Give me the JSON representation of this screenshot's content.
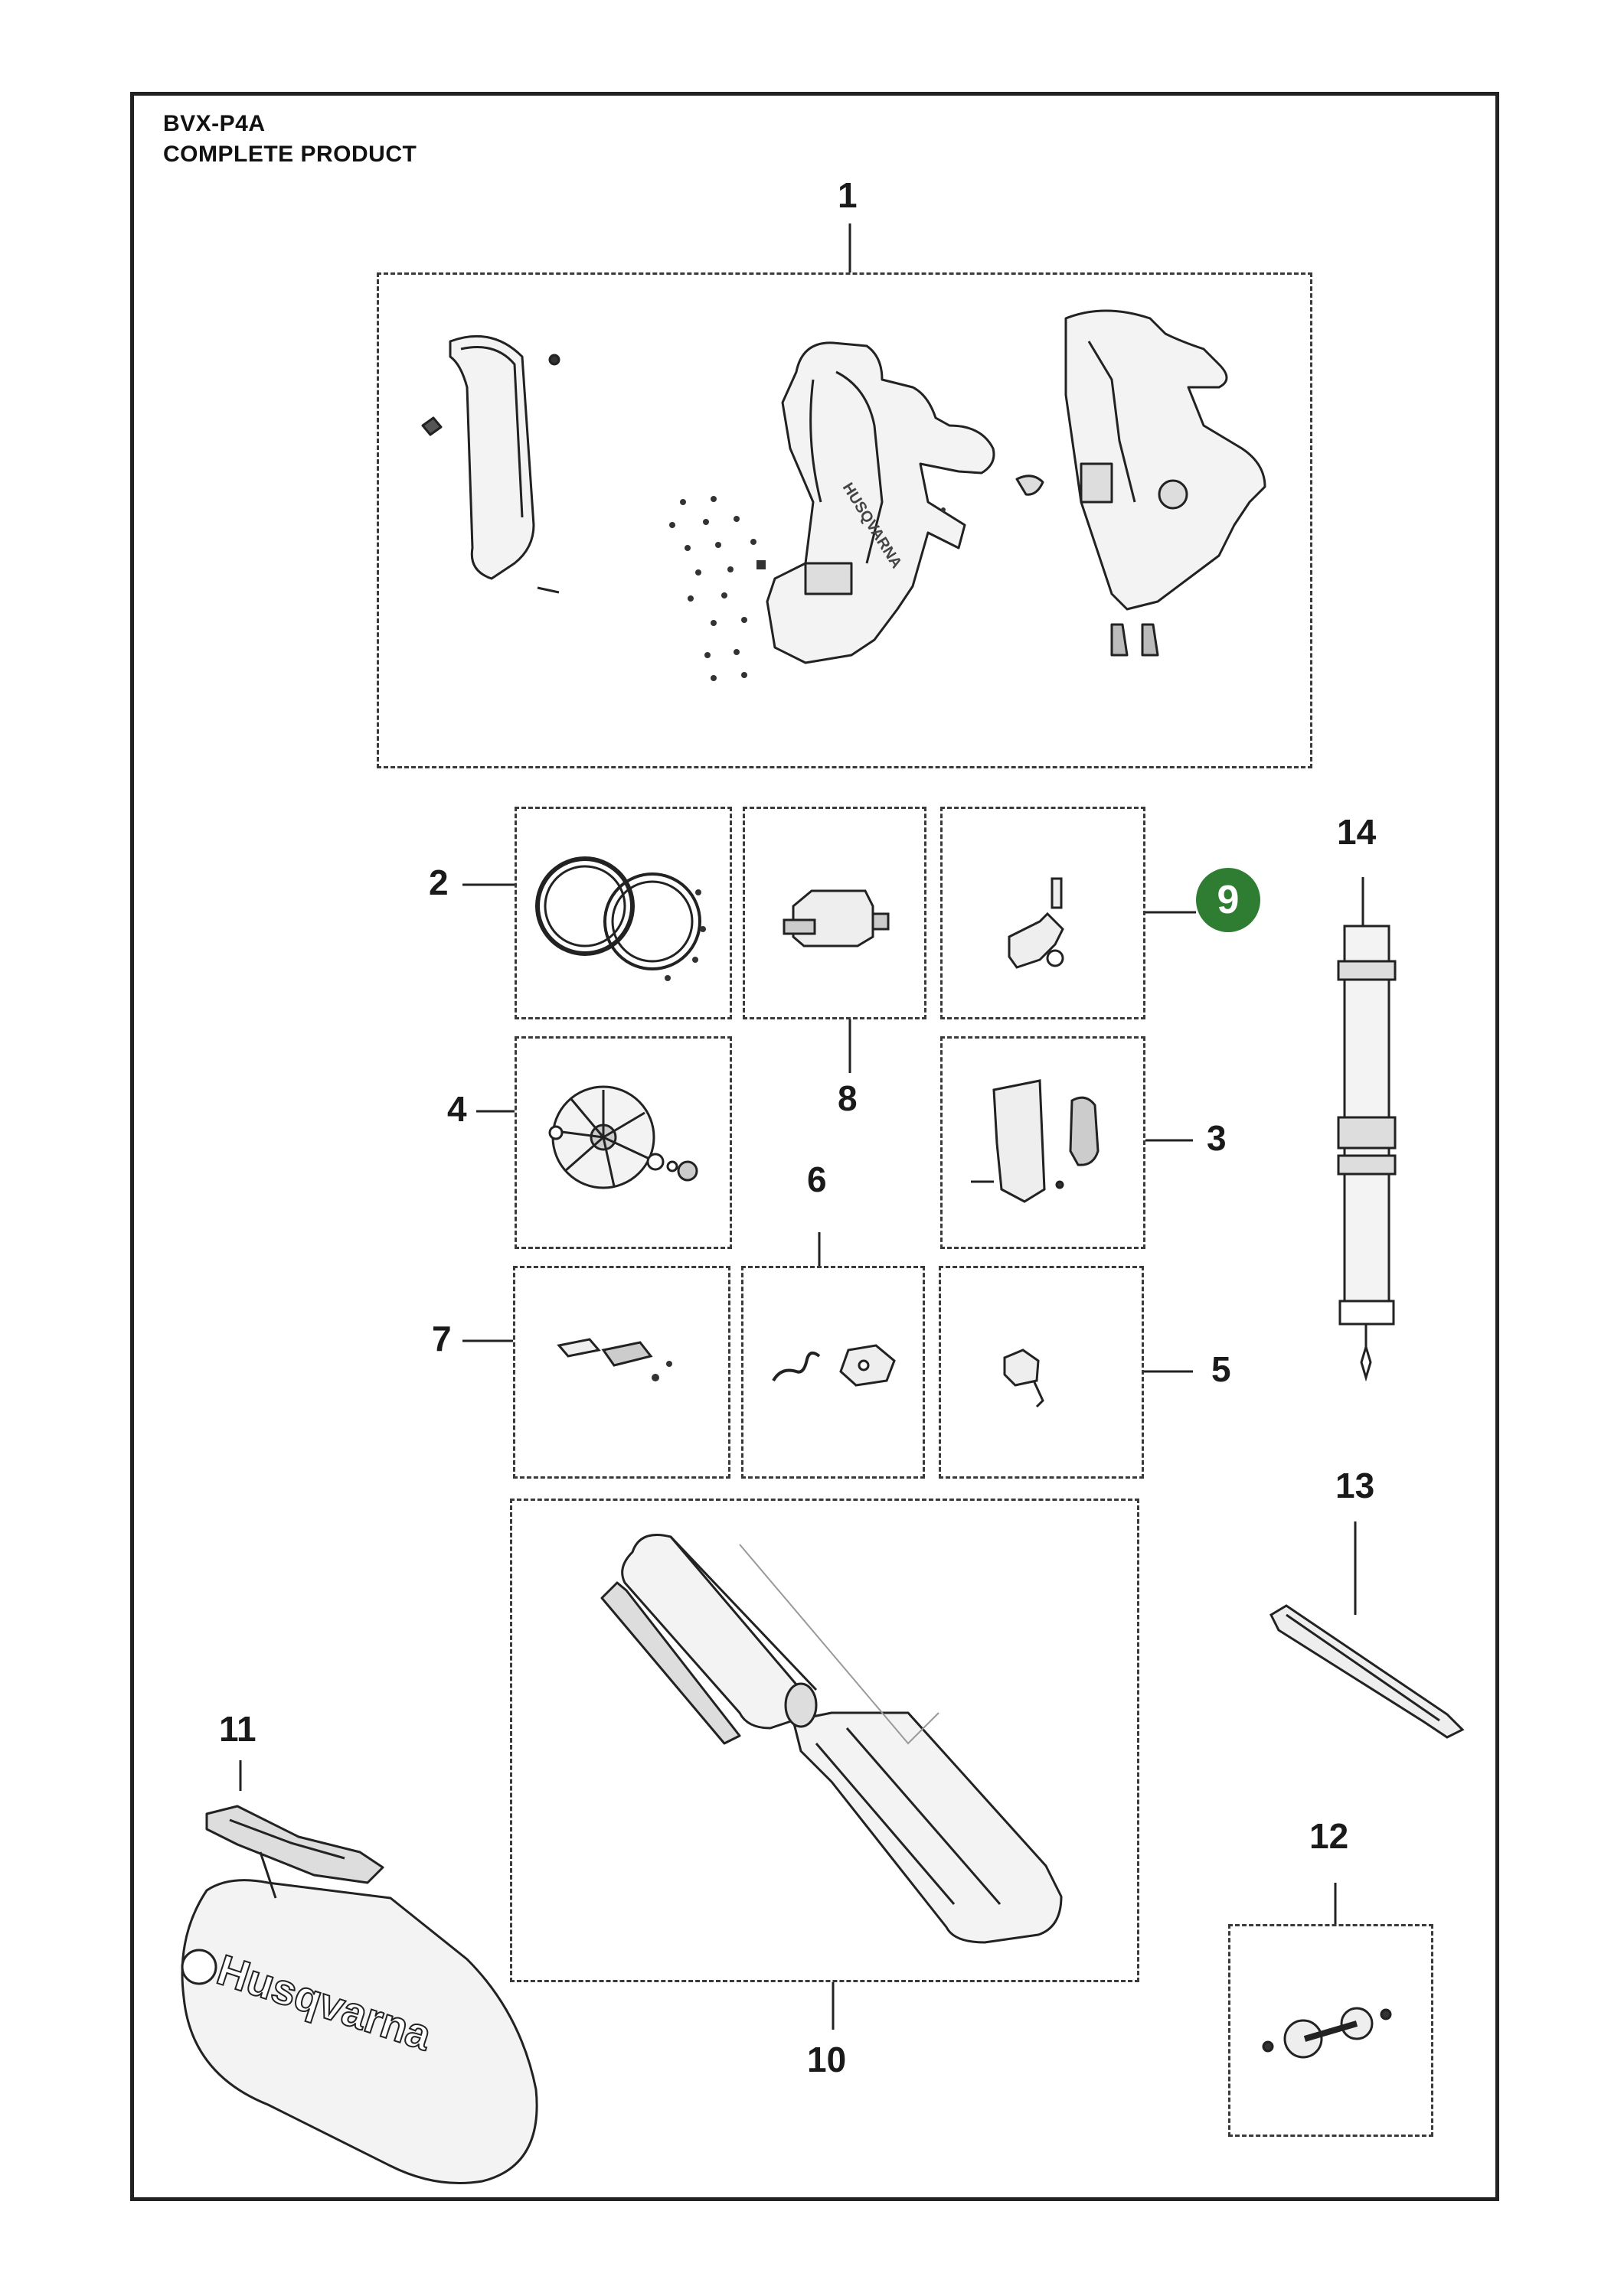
{
  "header": {
    "model": "BVX-P4A",
    "subtitle": "COMPLETE PRODUCT"
  },
  "callouts": {
    "c1": "1",
    "c2": "2",
    "c3": "3",
    "c4": "4",
    "c5": "5",
    "c6": "6",
    "c7": "7",
    "c8": "8",
    "c9": "9",
    "c10": "10",
    "c11": "11",
    "c12": "12",
    "c13": "13",
    "c14": "14"
  },
  "highlight": {
    "item": "c9",
    "color": "#2e7d32"
  },
  "brand_logo": "Husqvarna"
}
